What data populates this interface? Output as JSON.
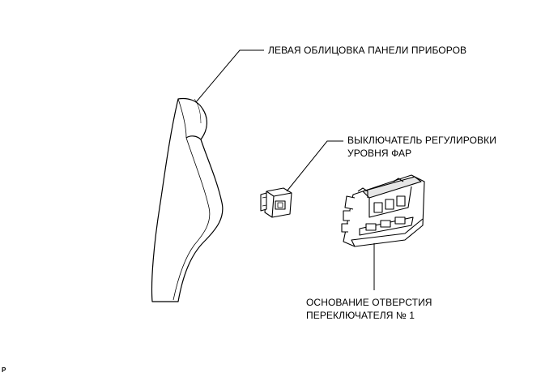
{
  "labels": {
    "left_instrument_panel_trim": "ЛЕВАЯ ОБЛИЦОВКА ПАНЕЛИ ПРИБОРОВ",
    "headlight_leveling_switch_line1": "ВЫКЛЮЧАТЕЛЬ РЕГУЛИРОВКИ",
    "headlight_leveling_switch_line2": "УРОВНЯ ФАР",
    "switch_hole_base_line1": "ОСНОВАНИЕ ОТВЕРСТИЯ",
    "switch_hole_base_line2": "ПЕРЕКЛЮЧАТЕЛЯ № 1"
  },
  "corner_mark": "P",
  "colors": {
    "line": "#000000",
    "fill": "#ffffff",
    "shade": "#e6e6e6"
  }
}
